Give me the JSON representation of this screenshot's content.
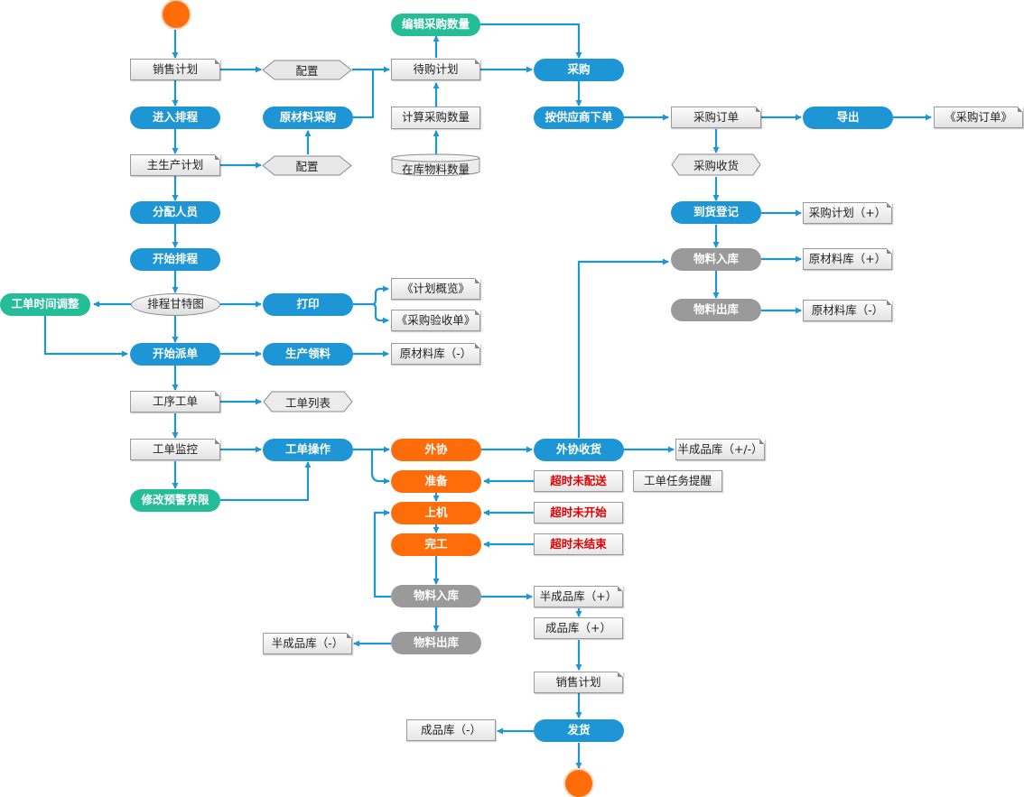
{
  "colors": {
    "blue": "#1e96d6",
    "teal": "#24bd98",
    "orange": "#ff6d0b",
    "gray": "#9a9a9a",
    "arrow": "#1e96d6",
    "alert_text": "#e40000"
  },
  "nodes": {
    "sales_plan": "销售计划",
    "config_1": "配置",
    "to_purchase_plan": "待购计划",
    "edit_purchase_qty": "编辑采购数量",
    "purchase": "采购",
    "enter_schedule": "进入排程",
    "raw_material_purchase": "原材料采购",
    "calc_purchase_qty": "计算采购数量",
    "order_by_supplier": "按供应商下单",
    "purchase_order": "采购订单",
    "export": "导出",
    "purchase_order_doc": "《采购订单》",
    "master_production_plan": "主生产计划",
    "config_2": "配置",
    "stock_material_qty": "在库物料数量",
    "purchase_receipt": "采购收货",
    "assign_staff": "分配人员",
    "arrival_register": "到货登记",
    "purchase_plan_plus": "采购计划（+）",
    "start_schedule": "开始排程",
    "material_in_1": "物料入库",
    "raw_store_plus": "原材料库（+）",
    "work_order_time_adjust": "工单时间调整",
    "gantt": "排程甘特图",
    "print": "打印",
    "plan_overview_doc": "《计划概览》",
    "purchase_check_doc": "《采购验收单》",
    "material_out_1": "物料出库",
    "raw_store_minus_1": "原材料库（-）",
    "start_dispatch": "开始派单",
    "production_picking": "生产领料",
    "raw_store_minus_2": "原材料库（-）",
    "process_work_order": "工序工单",
    "work_order_list": "工单列表",
    "work_order_monitor": "工单监控",
    "work_order_operation": "工单操作",
    "outsource": "外协",
    "outsource_receipt": "外协收货",
    "semi_store_pm": "半成品库（+/-）",
    "modify_warning_limit": "修改预警界限",
    "prepare": "准备",
    "timeout_not_delivered": "超时未配送",
    "work_task_reminder": "工单任务提醒",
    "on_machine": "上机",
    "timeout_not_started": "超时未开始",
    "complete": "完工",
    "timeout_not_finished": "超时未结束",
    "material_in_2": "物料入库",
    "semi_store_plus": "半成品库（+）",
    "finished_store_plus": "成品库（+）",
    "semi_store_minus": "半成品库（-）",
    "material_out_2": "物料出库",
    "sales_plan_2": "销售计划",
    "finished_store_minus": "成品库（-）",
    "ship": "发货"
  }
}
